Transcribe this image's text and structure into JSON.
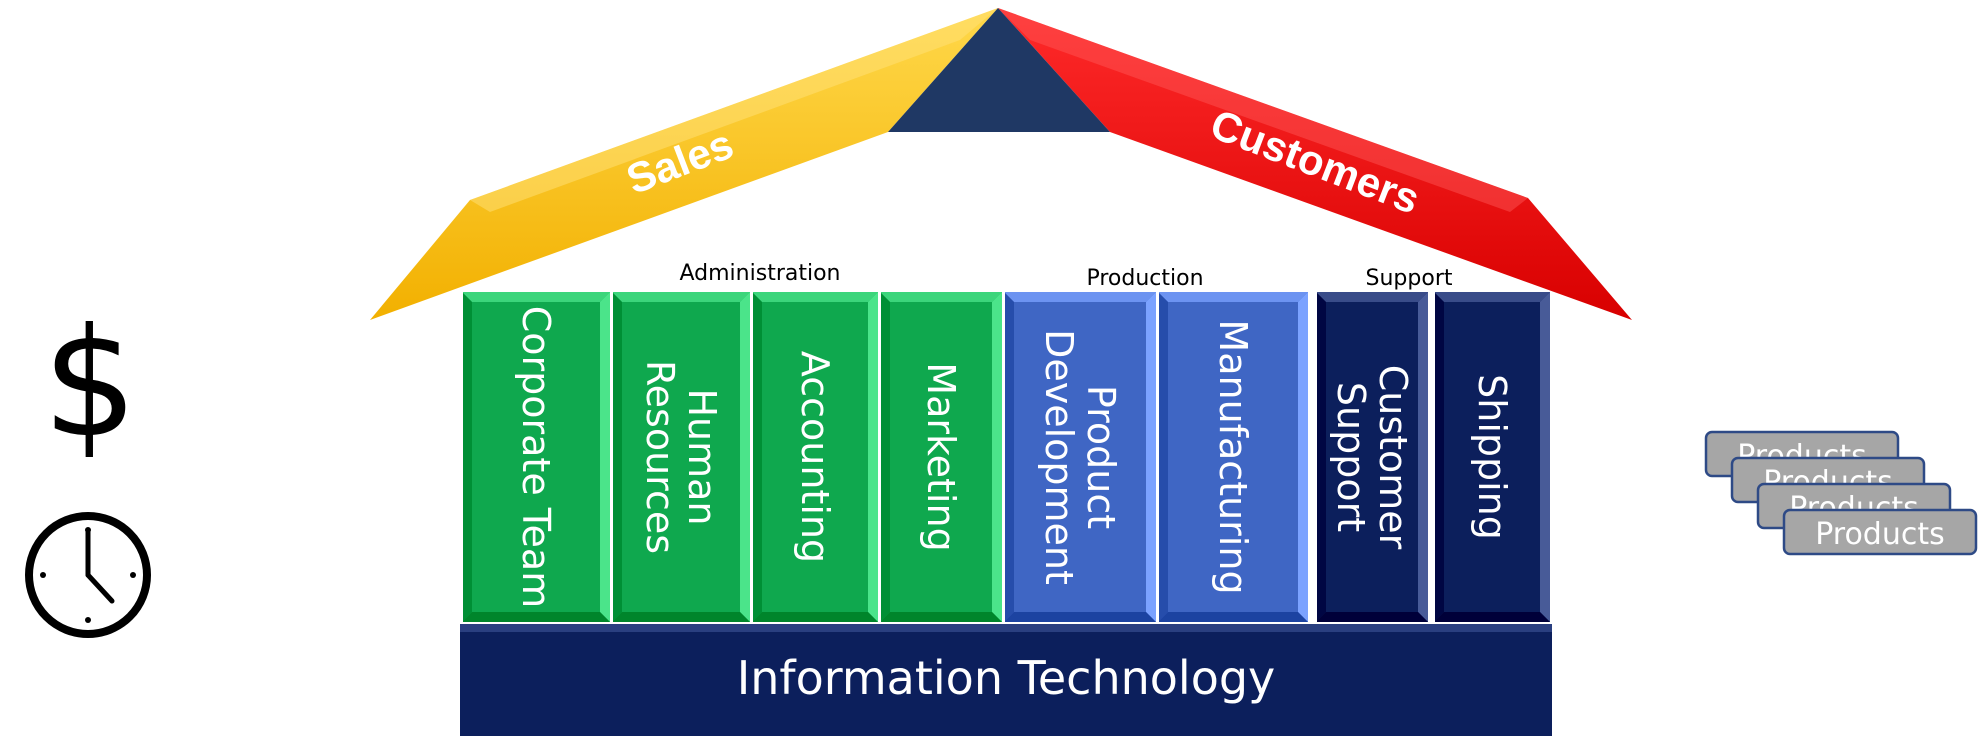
{
  "roof": {
    "left_label": "Sales",
    "right_label": "Customers",
    "left_color": "#F5B800",
    "right_color": "#E80000",
    "center_color": "#1F3864"
  },
  "groups": [
    {
      "label": "Administration"
    },
    {
      "label": "Production"
    },
    {
      "label": "Support"
    }
  ],
  "pillars": [
    {
      "label": "Corporate Team",
      "color": "#0FA84E",
      "lines": [
        "Corporate Team"
      ]
    },
    {
      "label": "Human Resources",
      "color": "#0FA84E",
      "lines": [
        "Human",
        "Resources"
      ]
    },
    {
      "label": "Accounting",
      "color": "#0FA84E",
      "lines": [
        "Accounting"
      ]
    },
    {
      "label": "Marketing",
      "color": "#0FA84E",
      "lines": [
        "Marketing"
      ]
    },
    {
      "label": "Product Development",
      "color": "#3F66C4",
      "lines": [
        "Product",
        "Development"
      ]
    },
    {
      "label": "Manufacturing",
      "color": "#3F66C4",
      "lines": [
        "Manufacturing"
      ]
    },
    {
      "label": "Customer Support",
      "color": "#0C1F5C",
      "lines": [
        "Customer",
        "Support"
      ]
    },
    {
      "label": "Shipping",
      "color": "#0C1F5C",
      "lines": [
        "Shipping"
      ]
    }
  ],
  "base": {
    "label": "Information Technology",
    "color": "#0C1F5C"
  },
  "icons": [
    {
      "name": "dollar-icon",
      "glyph": "$"
    },
    {
      "name": "clock-icon"
    }
  ],
  "product_cards": [
    {
      "label": "Products"
    },
    {
      "label": "Products"
    },
    {
      "label": "Products"
    },
    {
      "label": "Products"
    }
  ]
}
